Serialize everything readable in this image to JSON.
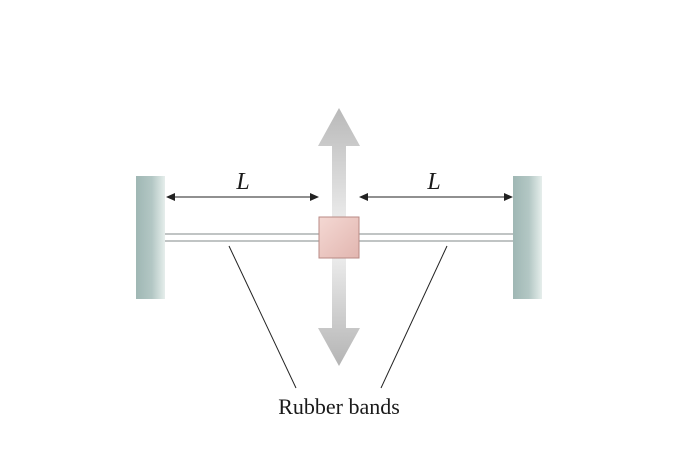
{
  "diagram": {
    "left_length_label": "L",
    "right_length_label": "L",
    "caption": "Rubber bands",
    "colors": {
      "wall": "#a7bebb",
      "wall_highlight": "#e3ecea",
      "block_fill": "#ecc9c4",
      "block_stroke": "#b88a84",
      "arrow": "#c4c4c4",
      "band_stroke": "#9aa0a0",
      "line": "#222222"
    }
  }
}
